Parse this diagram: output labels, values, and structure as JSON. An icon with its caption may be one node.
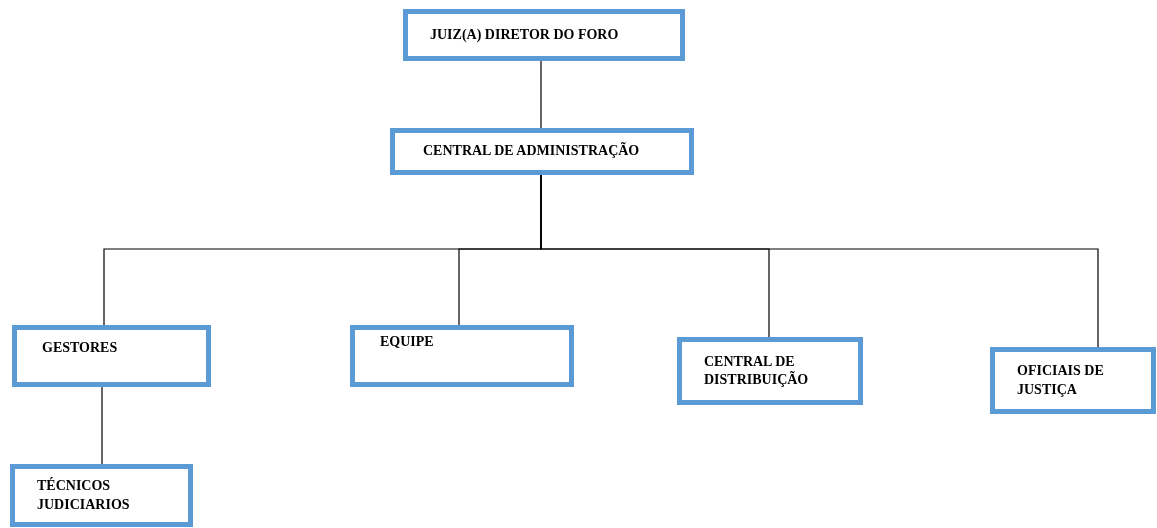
{
  "diagram": {
    "nodes": [
      {
        "text": [
          "JUIZ(A) DIRETOR DO FORO"
        ]
      },
      {
        "text": [
          "CENTRAL DE ADMINISTRAÇÃO"
        ]
      },
      {
        "text": [
          "GESTORES"
        ]
      },
      {
        "text": [
          "EQUIPE"
        ]
      },
      {
        "text": [
          "CENTRAL DE DISTRIBUIÇÃO"
        ]
      },
      {
        "text": [
          "OFICIAIS DE JUSTIÇA"
        ]
      },
      {
        "text": [
          "TÉCNICOS JUDICIARIOS"
        ]
      }
    ],
    "edges": [
      {
        "from": 0,
        "to": 1,
        "arrow": "none"
      },
      {
        "from": 1,
        "to": 2,
        "arrow": "none"
      },
      {
        "from": 1,
        "to": 3,
        "arrow": "none"
      },
      {
        "from": 1,
        "to": 4,
        "arrow": "none"
      },
      {
        "from": 1,
        "to": 5,
        "arrow": "none"
      },
      {
        "from": 2,
        "to": 6,
        "arrow": "none"
      }
    ]
  }
}
